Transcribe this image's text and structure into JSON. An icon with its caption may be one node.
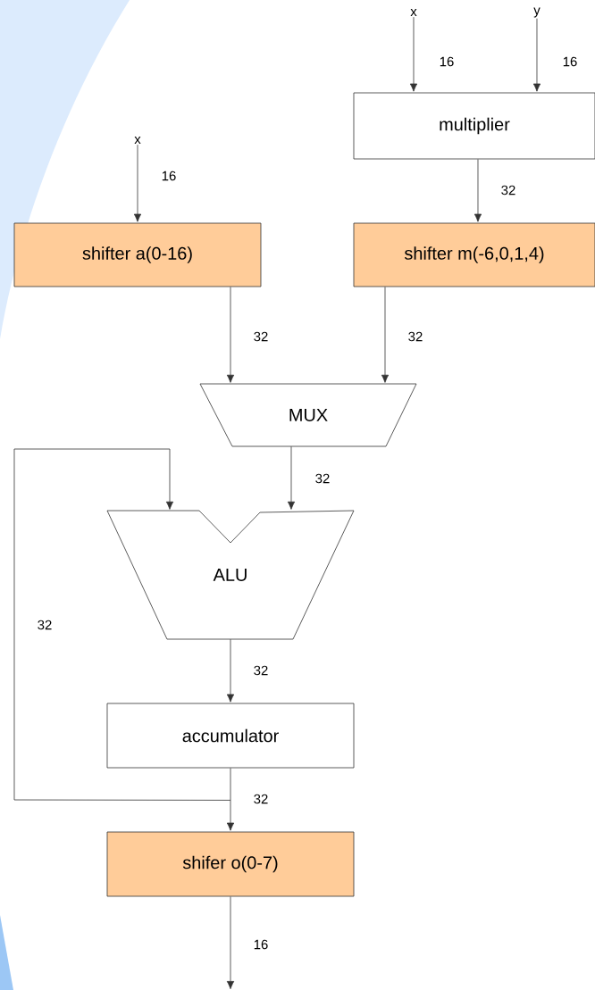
{
  "diagram": {
    "nodes": [
      {
        "text": [
          "x"
        ]
      },
      {
        "text": [
          "y"
        ]
      },
      {
        "text": [
          "multiplier"
        ]
      },
      {
        "text": [
          "x"
        ]
      },
      {
        "text": [
          "shifter a(0-16)"
        ]
      },
      {
        "text": [
          "shifter m(-6,0,1,4)"
        ]
      },
      {
        "text": [
          "MUX"
        ]
      },
      {
        "text": [
          "ALU"
        ]
      },
      {
        "text": [
          "accumulator"
        ]
      },
      {
        "text": [
          "shifer o(0-7)"
        ]
      }
    ],
    "edges": [
      {
        "from": 0,
        "to": 2,
        "arrow": "to",
        "label": "16"
      },
      {
        "from": 1,
        "to": 2,
        "arrow": "to",
        "label": "16"
      },
      {
        "from": 3,
        "to": 4,
        "arrow": "to",
        "label": "16"
      },
      {
        "from": 2,
        "to": 5,
        "arrow": "to",
        "label": "32"
      },
      {
        "from": 4,
        "to": 6,
        "arrow": "to",
        "label": "32"
      },
      {
        "from": 5,
        "to": 6,
        "arrow": "to",
        "label": "32"
      },
      {
        "from": 6,
        "to": 7,
        "arrow": "to",
        "label": "32"
      },
      {
        "from": 7,
        "to": 8,
        "arrow": "to",
        "label": "32"
      },
      {
        "from": 8,
        "to": 9,
        "arrow": "to",
        "label": "32"
      },
      {
        "from": 8,
        "to": 7,
        "arrow": "to",
        "label": "32"
      },
      {
        "from": 9,
        "to": null,
        "arrow": "to",
        "label": "16"
      }
    ]
  }
}
